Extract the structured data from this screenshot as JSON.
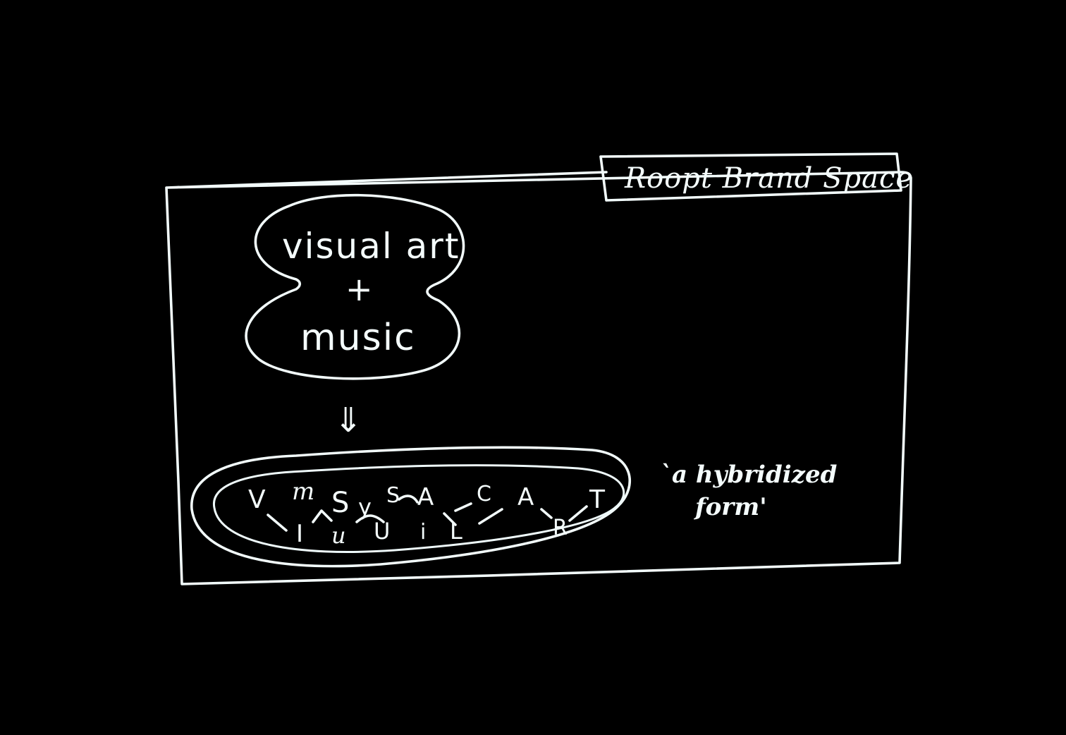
{
  "diagram": {
    "brand_label": "Roopt Brand Space",
    "source_bubble": {
      "line1": "visual art",
      "line2": "+",
      "line3": "music"
    },
    "arrow": "⇓",
    "hybrid_upper_letters": [
      "V",
      "m",
      "S",
      "y",
      "S",
      "A",
      "C",
      "A",
      "T"
    ],
    "hybrid_lower_letters": [
      "I",
      "u",
      "U",
      "i",
      "L",
      "R"
    ],
    "annotation": {
      "line1": "`a hybridized",
      "line2": "form'"
    }
  },
  "colors": {
    "background": "#000000",
    "chalk": "#f2fbfb"
  }
}
